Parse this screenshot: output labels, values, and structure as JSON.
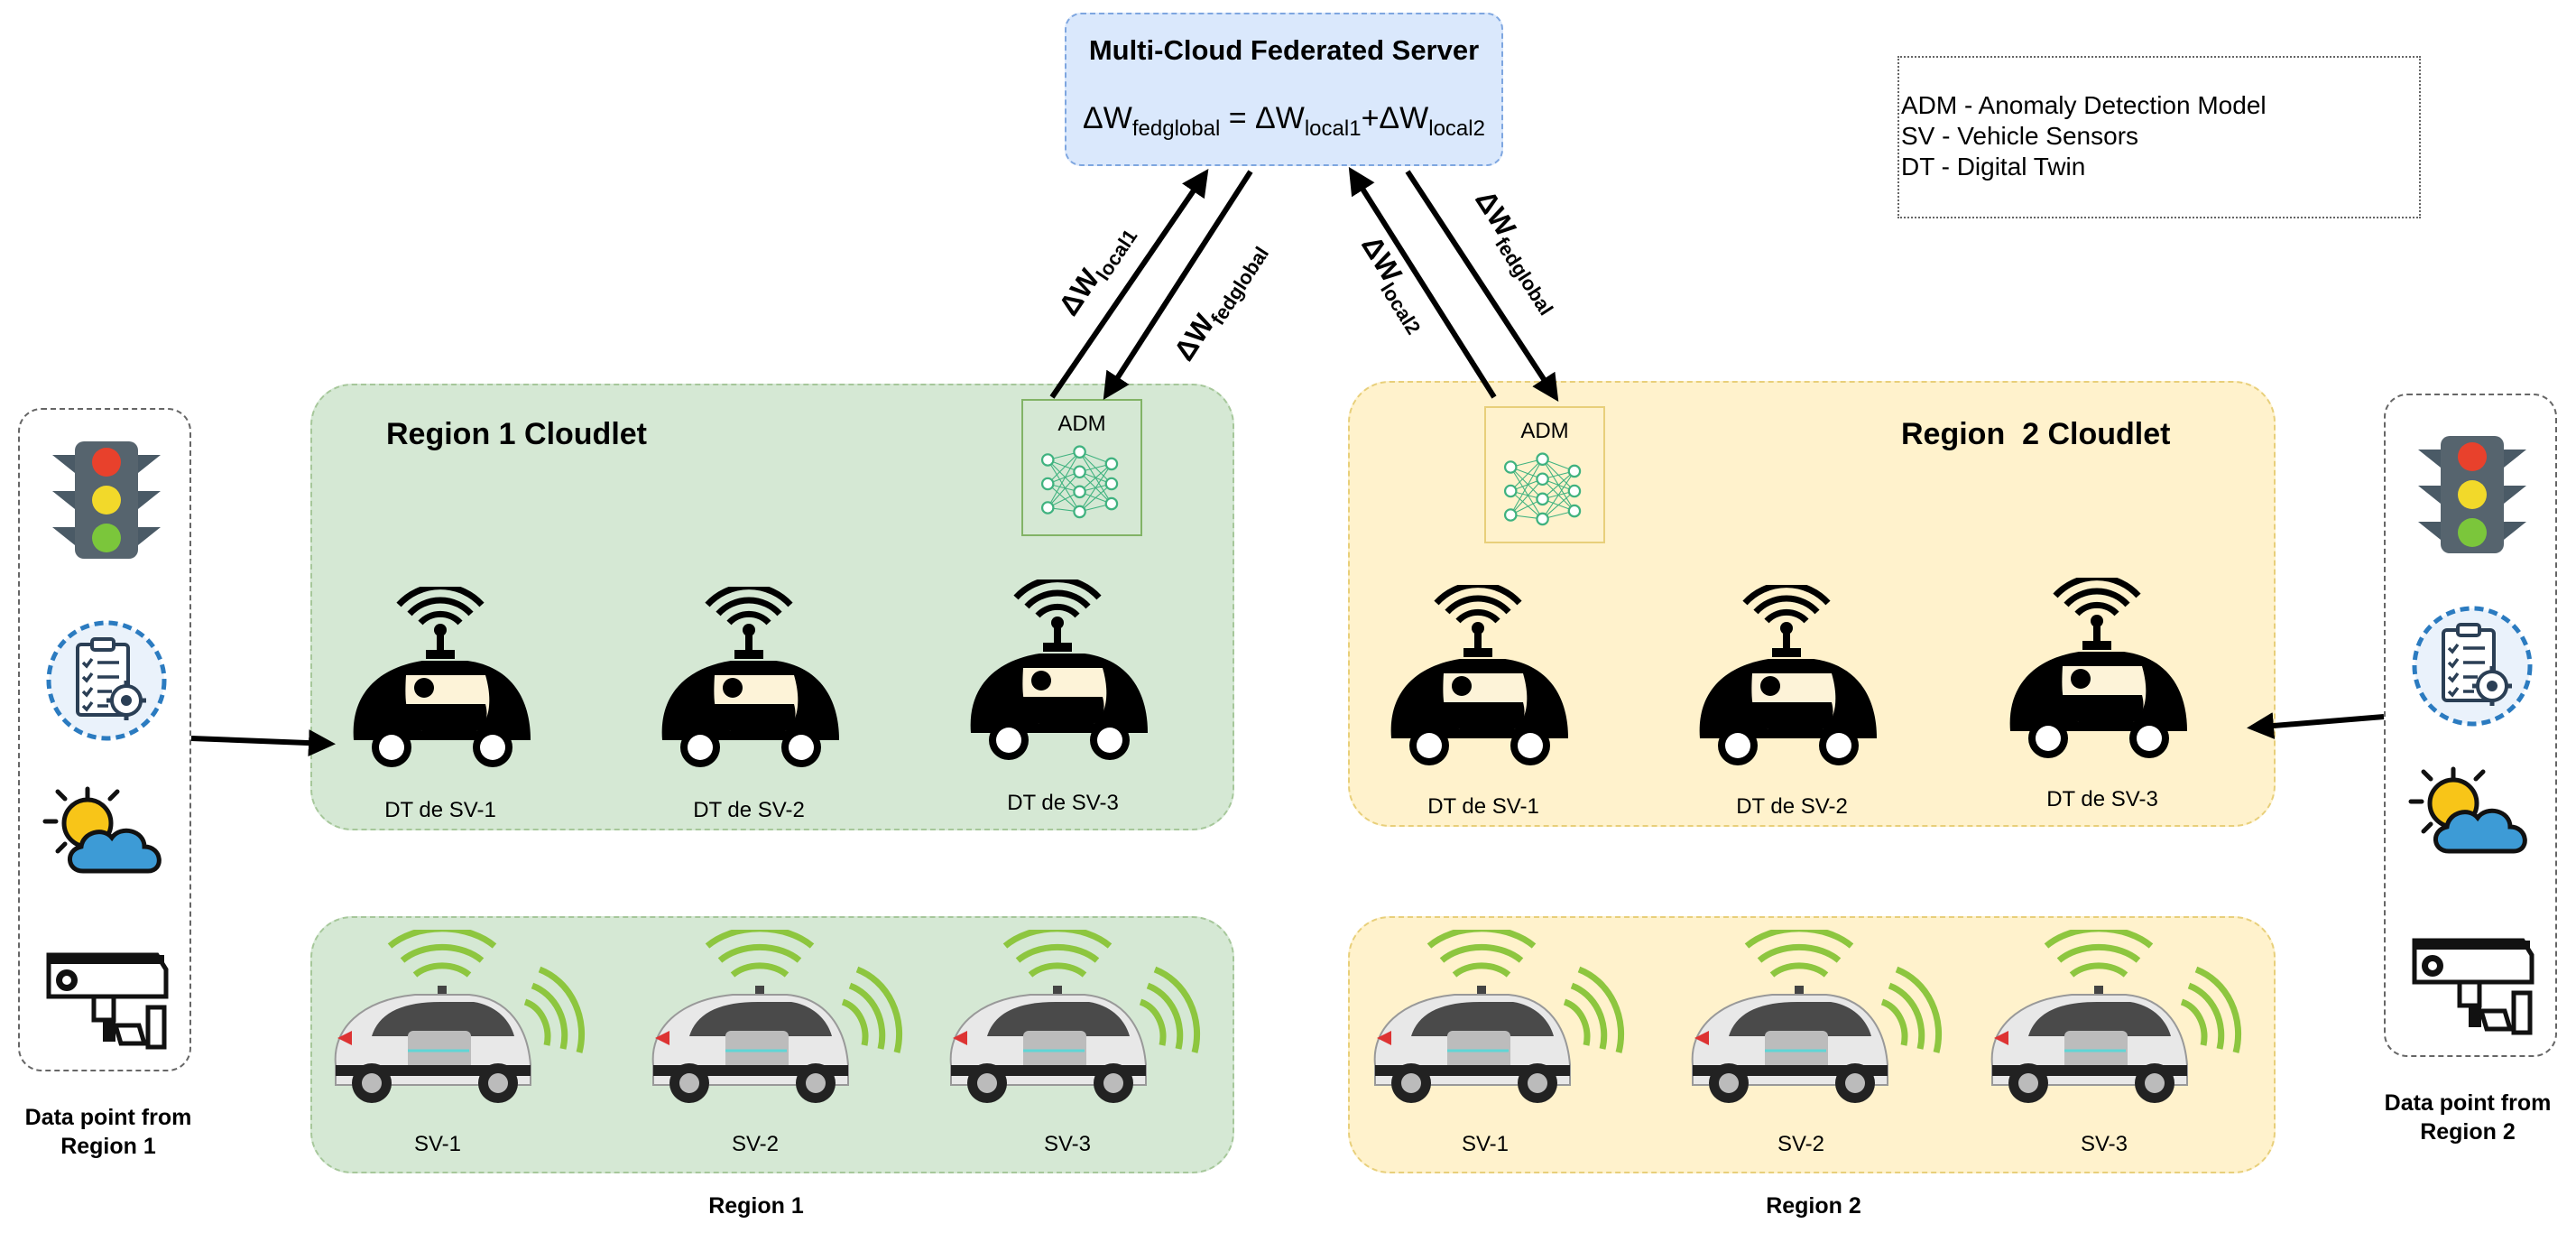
{
  "server": {
    "title": "Multi-Cloud Federated Server",
    "formula_main": "ΔW",
    "formula_sub1": "fedglobal",
    "formula_eq": " = ΔW",
    "formula_sub2": "local1",
    "formula_plus": "+ΔW",
    "formula_sub3": "local2"
  },
  "legend": {
    "lines": [
      "ADM - Anomaly Detection Model",
      "SV - Vehicle Sensors",
      "DT - Digital Twin"
    ]
  },
  "arrows": {
    "r1_up": {
      "main": "ΔW",
      "sub": "local1"
    },
    "r1_down": {
      "main": "ΔW",
      "sub": "fedglobal"
    },
    "r2_up": {
      "main": "ΔW",
      "sub": "local2"
    },
    "r2_down": {
      "main": "ΔW",
      "sub": "fedglobal"
    }
  },
  "region1": {
    "cloudlet_title": "Region 1 Cloudlet",
    "adm": "ADM",
    "dt_labels": [
      "DT de SV-1",
      "DT de SV-2",
      "DT de SV-3"
    ],
    "sv_labels": [
      "SV-1",
      "SV-2",
      "SV-3"
    ],
    "region_label": "Region 1",
    "data_point_line1": "Data point from",
    "data_point_line2": "Region 1",
    "color": "#d5e8d4"
  },
  "region2": {
    "cloudlet_title": "Region  2 Cloudlet",
    "adm": "ADM",
    "dt_labels": [
      "DT de SV-1",
      "DT de SV-2",
      "DT de SV-3"
    ],
    "sv_labels": [
      "SV-1",
      "SV-2",
      "SV-3"
    ],
    "region_label": "Region 2",
    "data_point_line1": "Data point from",
    "data_point_line2": "Region 2",
    "color": "#fff2cc"
  },
  "icons": [
    "traffic-light-icon",
    "checklist-gear-icon",
    "weather-icon",
    "cctv-camera-icon"
  ]
}
